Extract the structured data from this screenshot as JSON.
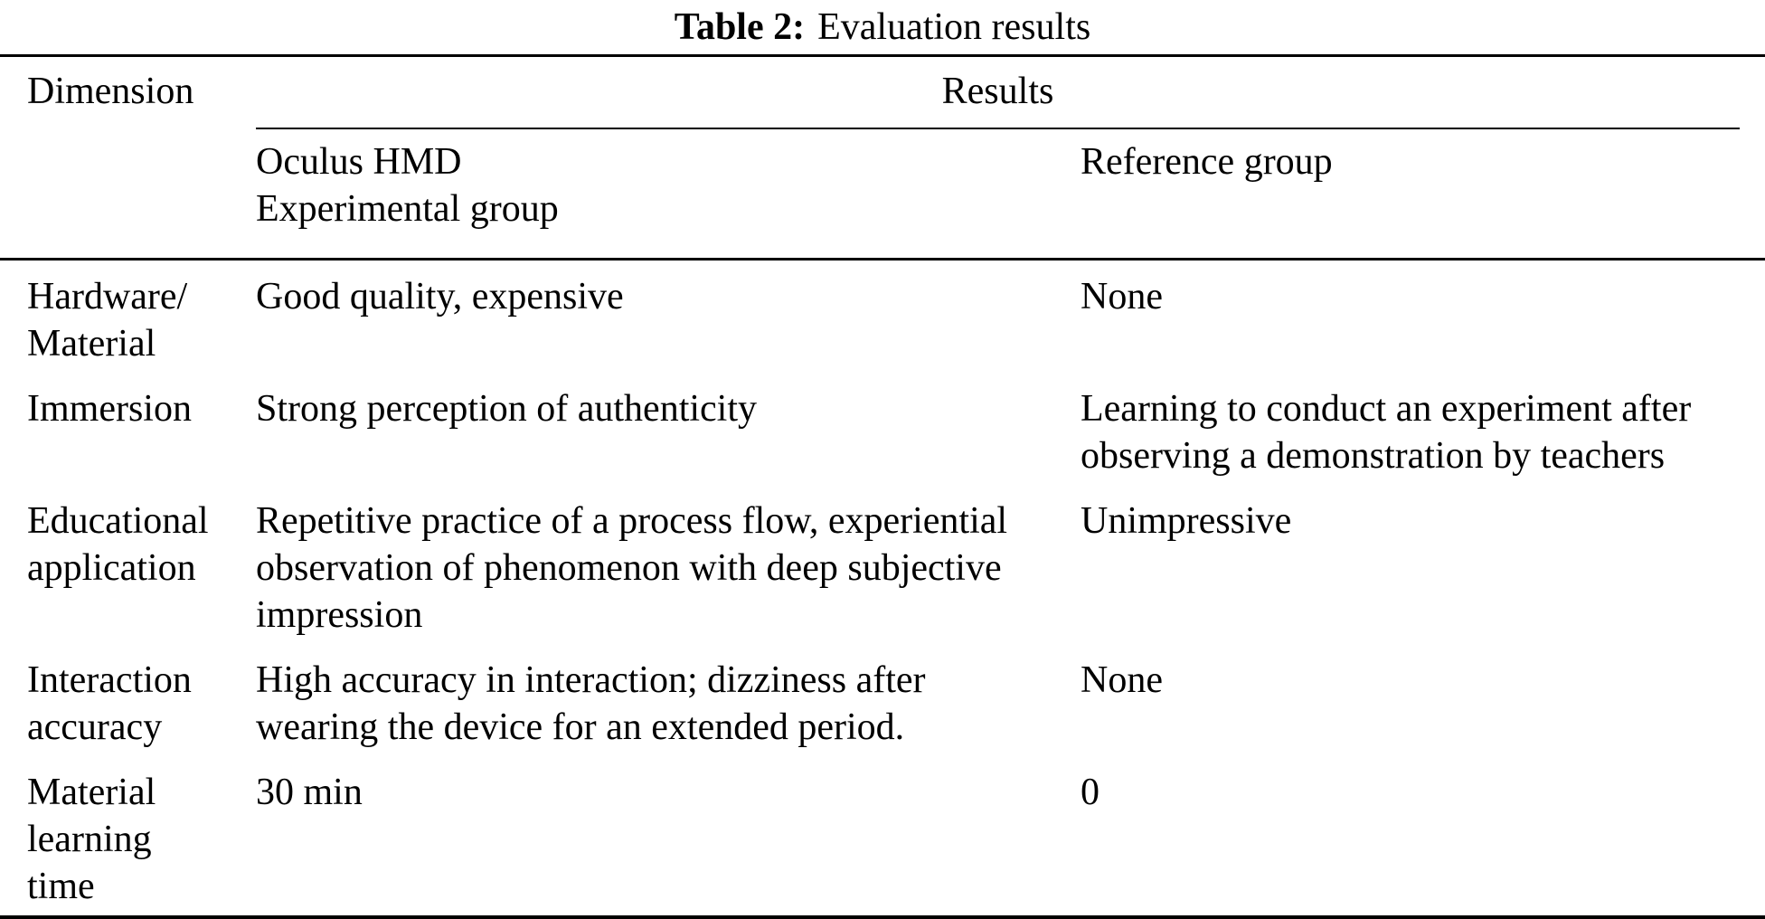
{
  "caption": {
    "label": "Table 2:",
    "text": "Evaluation results"
  },
  "table": {
    "header": {
      "dimension": "Dimension",
      "results": "Results",
      "experimental_lines": [
        "Oculus HMD",
        "Experimental group"
      ],
      "reference_lines": [
        "Reference group"
      ]
    },
    "rows": [
      {
        "dimension": [
          "Hardware/",
          "Material"
        ],
        "experimental": [
          "Good quality, expensive"
        ],
        "reference": [
          "None"
        ]
      },
      {
        "dimension": [
          "Immersion"
        ],
        "experimental": [
          "Strong perception of authenticity"
        ],
        "reference": [
          "Learning to conduct an experiment after",
          "observing a demonstration by teachers"
        ]
      },
      {
        "dimension": [
          "Educational",
          "application"
        ],
        "experimental": [
          "Repetitive practice of a process flow, experiential",
          "observation of phenomenon with deep subjective",
          "impression"
        ],
        "reference": [
          "Unimpressive"
        ]
      },
      {
        "dimension": [
          "Interaction",
          "accuracy"
        ],
        "experimental": [
          "High accuracy in interaction; dizziness after",
          "wearing the device for an extended period."
        ],
        "reference": [
          "None"
        ]
      },
      {
        "dimension": [
          "Material",
          "learning",
          "time"
        ],
        "experimental": [
          "30 min"
        ],
        "reference": [
          "0"
        ]
      }
    ]
  },
  "colors": {
    "text": "#000000",
    "background": "#ffffff",
    "rule": "#000000"
  }
}
